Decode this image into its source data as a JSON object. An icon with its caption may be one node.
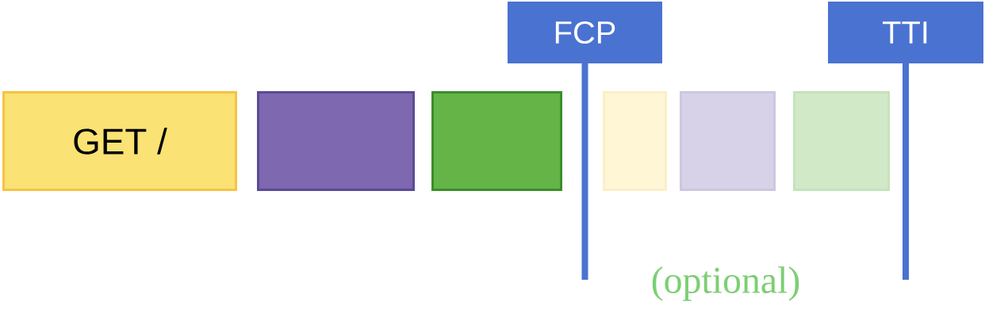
{
  "diagram": {
    "nodes": [
      {
        "text": [
          "GET /"
        ]
      },
      {
        "text": [],
        "shape": "box"
      },
      {
        "text": [],
        "shape": "box"
      },
      {
        "text": [],
        "shape": "box"
      },
      {
        "text": [],
        "shape": "box"
      },
      {
        "text": [],
        "shape": "box"
      },
      {
        "text": [
          "FCP"
        ]
      },
      {
        "text": [
          "TTI"
        ]
      }
    ],
    "edges": [
      {
        "from": 6,
        "to": null,
        "arrow": "none"
      },
      {
        "from": 7,
        "to": null,
        "arrow": "none"
      }
    ],
    "labels": [
      "(optional)"
    ]
  }
}
